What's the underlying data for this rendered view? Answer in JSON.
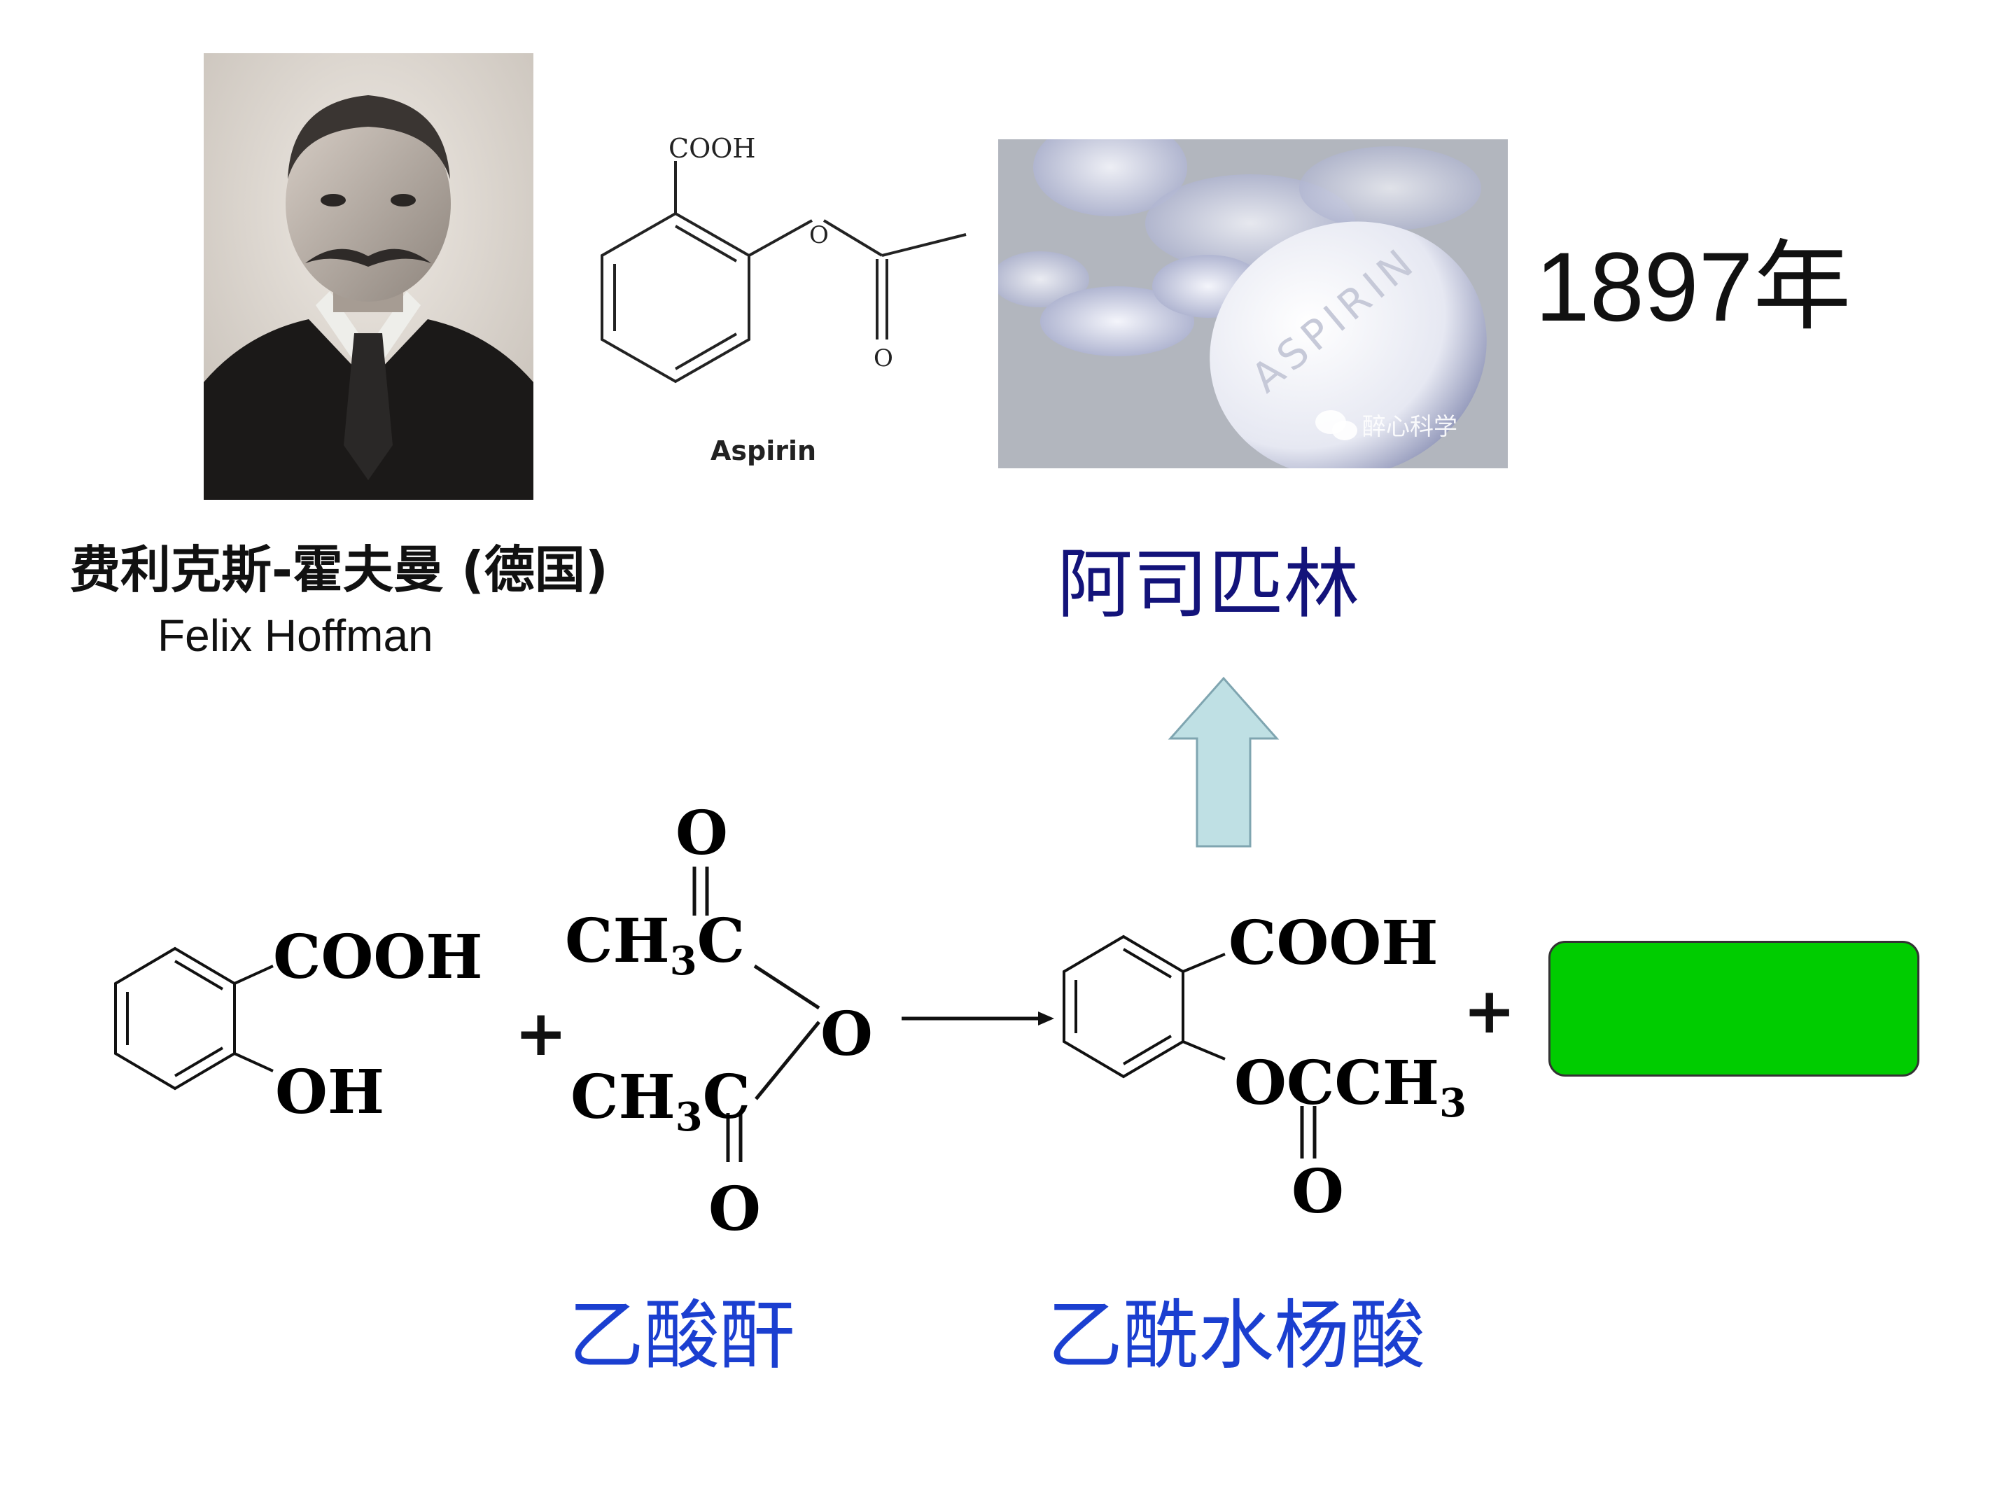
{
  "person": {
    "name_cn": "费利克斯-霍夫曼 (德国)",
    "name_en": "Felix Hoffman"
  },
  "structure": {
    "cooh": "COOH",
    "o": "O",
    "caption": "Aspirin"
  },
  "pill_image": {
    "imprint": "ASPIRIN",
    "watermark": "醉心科学"
  },
  "year": "1897年",
  "aspirin_cn": "阿司匹林",
  "reaction": {
    "reactant1": {
      "cooh": "COOH",
      "oh": "OH"
    },
    "plus1": "+",
    "reactant2": {
      "ch3c_top": "CH",
      "ch3c_bot": "CH",
      "sub3": "3",
      "c": "C",
      "o_top": "O",
      "o_mid": "O",
      "o_bot": "O",
      "label": "乙酸酐"
    },
    "product": {
      "cooh": "COOH",
      "o": "O",
      "c": "C",
      "ch": "CH",
      "sub3": "3",
      "o_bot": "O",
      "label": "乙酰水杨酸"
    },
    "plus2": "+"
  },
  "colors": {
    "arrow_fill": "#bfe0e4",
    "answer_box": "#00cc00",
    "label_blue": "#1b3fd0",
    "title_navy": "#13137a"
  },
  "icons": [
    "wechat-icon",
    "up-arrow-icon",
    "reaction-arrow-icon"
  ]
}
